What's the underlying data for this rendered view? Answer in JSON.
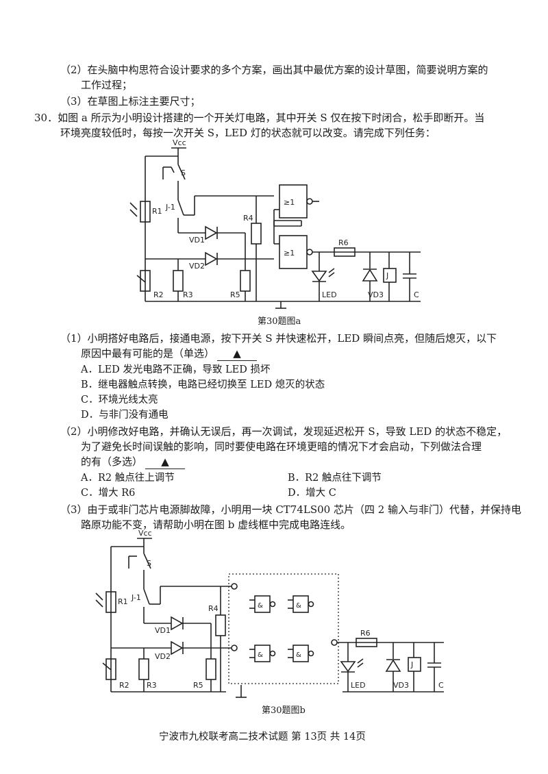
{
  "lines": {
    "q2": "（2）在头脑中构思符合设计要求的多个方案，画出其中最优方案的设计草图，简要说明方案的",
    "q2b": "工作过程；",
    "q3": "（3）在草图上标注主要尺寸；",
    "q30a": "30．如图 a 所示为小明设计搭建的一个开关灯电路，其中开关 S 仅在按下时闭合，松手即断开。当",
    "q30b": "环境亮度较低时，每按一次开关 S，LED 灯的状态就可以改变。请完成下列任务："
  },
  "fig_a": {
    "caption": "第30题图a",
    "labels": {
      "vcc": "Vcc",
      "s": "S",
      "r1": "R1",
      "j1": "J-1",
      "r4": "R4",
      "vd1": "VD1",
      "vd2": "VD2",
      "r2": "R2",
      "r3": "R3",
      "r5": "R5",
      "r6": "R6",
      "led": "LED",
      "vd3": "VD3",
      "j": "J",
      "c": "C",
      "gate": "≥1"
    }
  },
  "sub1": {
    "q1": "（1）小明搭好电路后，接通电源，按下开关 S 并快速松开，LED 瞬间点亮，但随后熄灭，以下",
    "q2": "原因中最有可能的是（单选）",
    "blank": "▲",
    "options": [
      "A．LED 发光电路不正确，导致 LED 损坏",
      "B．继电器触点转换，电路已经切换至 LED 熄灭的状态",
      "C．环境光线太亮",
      "D．与非门没有通电"
    ]
  },
  "sub2": {
    "q1": "（2）小明修改好电路，并确认无误后，再一次调试，发现延迟松开 S，导致 LED 的状态不稳定，",
    "q2": "为了避免长时间误触的影响，同时要使电路在环境更暗的情况下才会启动，下列做法合理",
    "q3": "的有（多选）",
    "blank": "▲",
    "options": [
      "A．R2 触点往上调节",
      "B．R2 触点往下调节",
      "C．增大 R6",
      "D．增大 C"
    ]
  },
  "sub3": {
    "q1": "（3）由于或非门芯片电源脚故障，小明用一块 CT74LS00 芯片（四 2 输入与非门）代替，并保持电",
    "q2": "路原功能不变，请帮助小明在图 b 虚线框中完成电路连线。"
  },
  "fig_b": {
    "caption": "第30题图b",
    "labels": {
      "vcc": "Vcc",
      "s": "S",
      "r1": "R1",
      "j1": "J-1",
      "r4": "R4",
      "vd1": "VD1",
      "vd2": "VD2",
      "r2": "R2",
      "r3": "R3",
      "r5": "R5",
      "r6": "R6",
      "led": "LED",
      "vd3": "VD3",
      "j": "J",
      "c": "C",
      "gate": "&"
    }
  },
  "footer": "宁波市九校联考高二技术试题   第 13页   共 14页"
}
